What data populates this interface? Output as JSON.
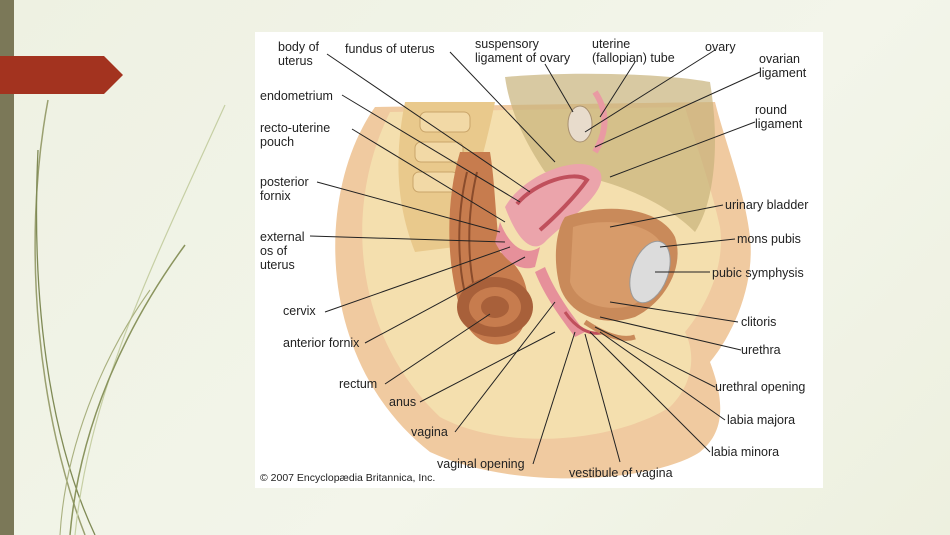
{
  "diagram": {
    "labels": {
      "body_of_uterus": "body of\nuterus",
      "fundus_of_uterus": "fundus of uterus",
      "suspensory_ligament": "suspensory\nligament of ovary",
      "uterine_tube": "uterine\n(fallopian) tube",
      "ovary": "ovary",
      "ovarian_ligament": "ovarian\nligament",
      "endometrium": "endometrium",
      "round_ligament": "round\nligament",
      "recto_uterine_pouch": "recto-uterine\npouch",
      "posterior_fornix": "posterior\nfornix",
      "urinary_bladder": "urinary bladder",
      "external_os": "external\nos of\nuterus",
      "mons_pubis": "mons pubis",
      "pubic_symphysis": "pubic symphysis",
      "cervix": "cervix",
      "clitoris": "clitoris",
      "anterior_fornix": "anterior fornix",
      "urethra": "urethra",
      "rectum": "rectum",
      "urethral_opening": "urethral opening",
      "anus": "anus",
      "labia_majora": "labia majora",
      "vagina": "vagina",
      "labia_minora": "labia minora",
      "vaginal_opening": "vaginal opening",
      "vestibule_of_vagina": "vestibule of vagina"
    },
    "copyright": "© 2007 Encyclopædia Britannica, Inc."
  },
  "colors": {
    "side_bar": "#7b7858",
    "arrow_tab": "#a3331f",
    "tissue": "#f2d9a6",
    "uterus_pink": "#eba4ab",
    "organ_brown": "#c98a5a",
    "skin": "#f0caa0"
  }
}
